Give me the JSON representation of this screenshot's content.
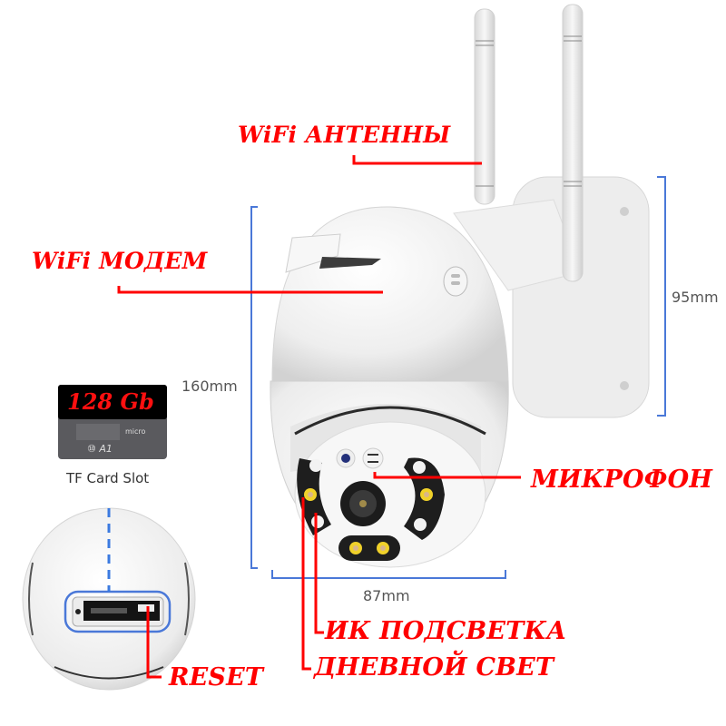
{
  "callouts": {
    "antennas": "WiFi АНТЕННЫ",
    "modem": "WiFi МОДЕМ",
    "microphone": "МИКРОФОН",
    "ir_light": "ИК ПОДСВЕТКА",
    "daylight": "ДНЕВНОЙ СВЕТ",
    "reset": "RESET"
  },
  "dimensions": {
    "height": "160mm",
    "width": "87mm",
    "mount_height": "95mm"
  },
  "sd_card": {
    "capacity": "128 Gb",
    "slot_label": "TF Card Slot",
    "class_marks": "A1"
  },
  "colors": {
    "callout": "#ff0000",
    "dimension_line": "#4a78d8",
    "body": "#f3f3f3"
  }
}
